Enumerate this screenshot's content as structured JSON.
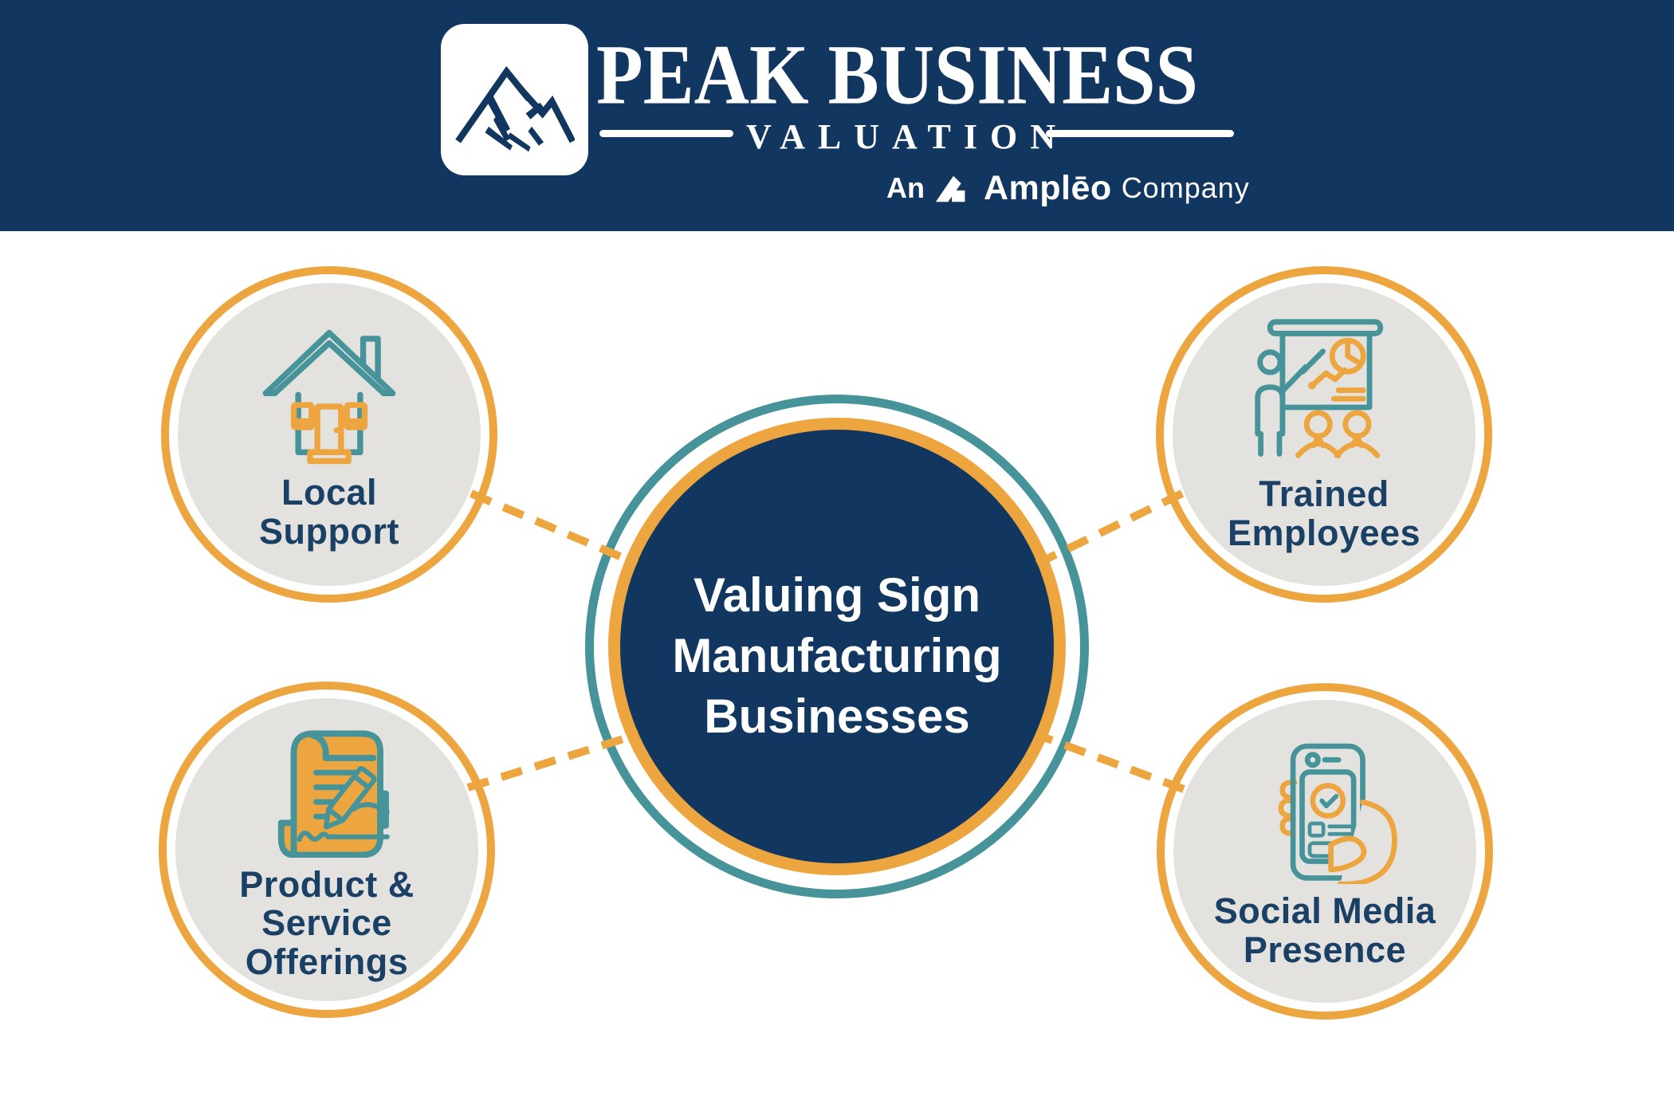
{
  "header": {
    "brand_line1": "PEAK BUSINESS",
    "brand_line2": "VALUATION",
    "tagline": {
      "prefix": "An",
      "brand": "Amplēo",
      "suffix": "Company"
    }
  },
  "center": {
    "title_lines": [
      "Valuing Sign",
      "Manufacturing",
      "Businesses"
    ]
  },
  "nodes": [
    {
      "id": "local-support",
      "position": "top-left",
      "icon": "house-icon",
      "label_lines": [
        "Local",
        "Support"
      ]
    },
    {
      "id": "trained-employees",
      "position": "top-right",
      "icon": "presentation-training-icon",
      "label_lines": [
        "Trained",
        "Employees"
      ]
    },
    {
      "id": "product-service-offerings",
      "position": "bottom-left",
      "icon": "signed-contract-icon",
      "label_lines": [
        "Product &",
        "Service",
        "Offerings"
      ]
    },
    {
      "id": "social-media-presence",
      "position": "bottom-right",
      "icon": "phone-in-hand-icon",
      "label_lines": [
        "Social Media",
        "Presence"
      ]
    }
  ],
  "colors": {
    "navy": "#11365f",
    "orange": "#eda63f",
    "teal": "#46939a",
    "circle_gray": "#e3e2de",
    "label_navy": "#1b4066",
    "background": "#ffffff"
  }
}
